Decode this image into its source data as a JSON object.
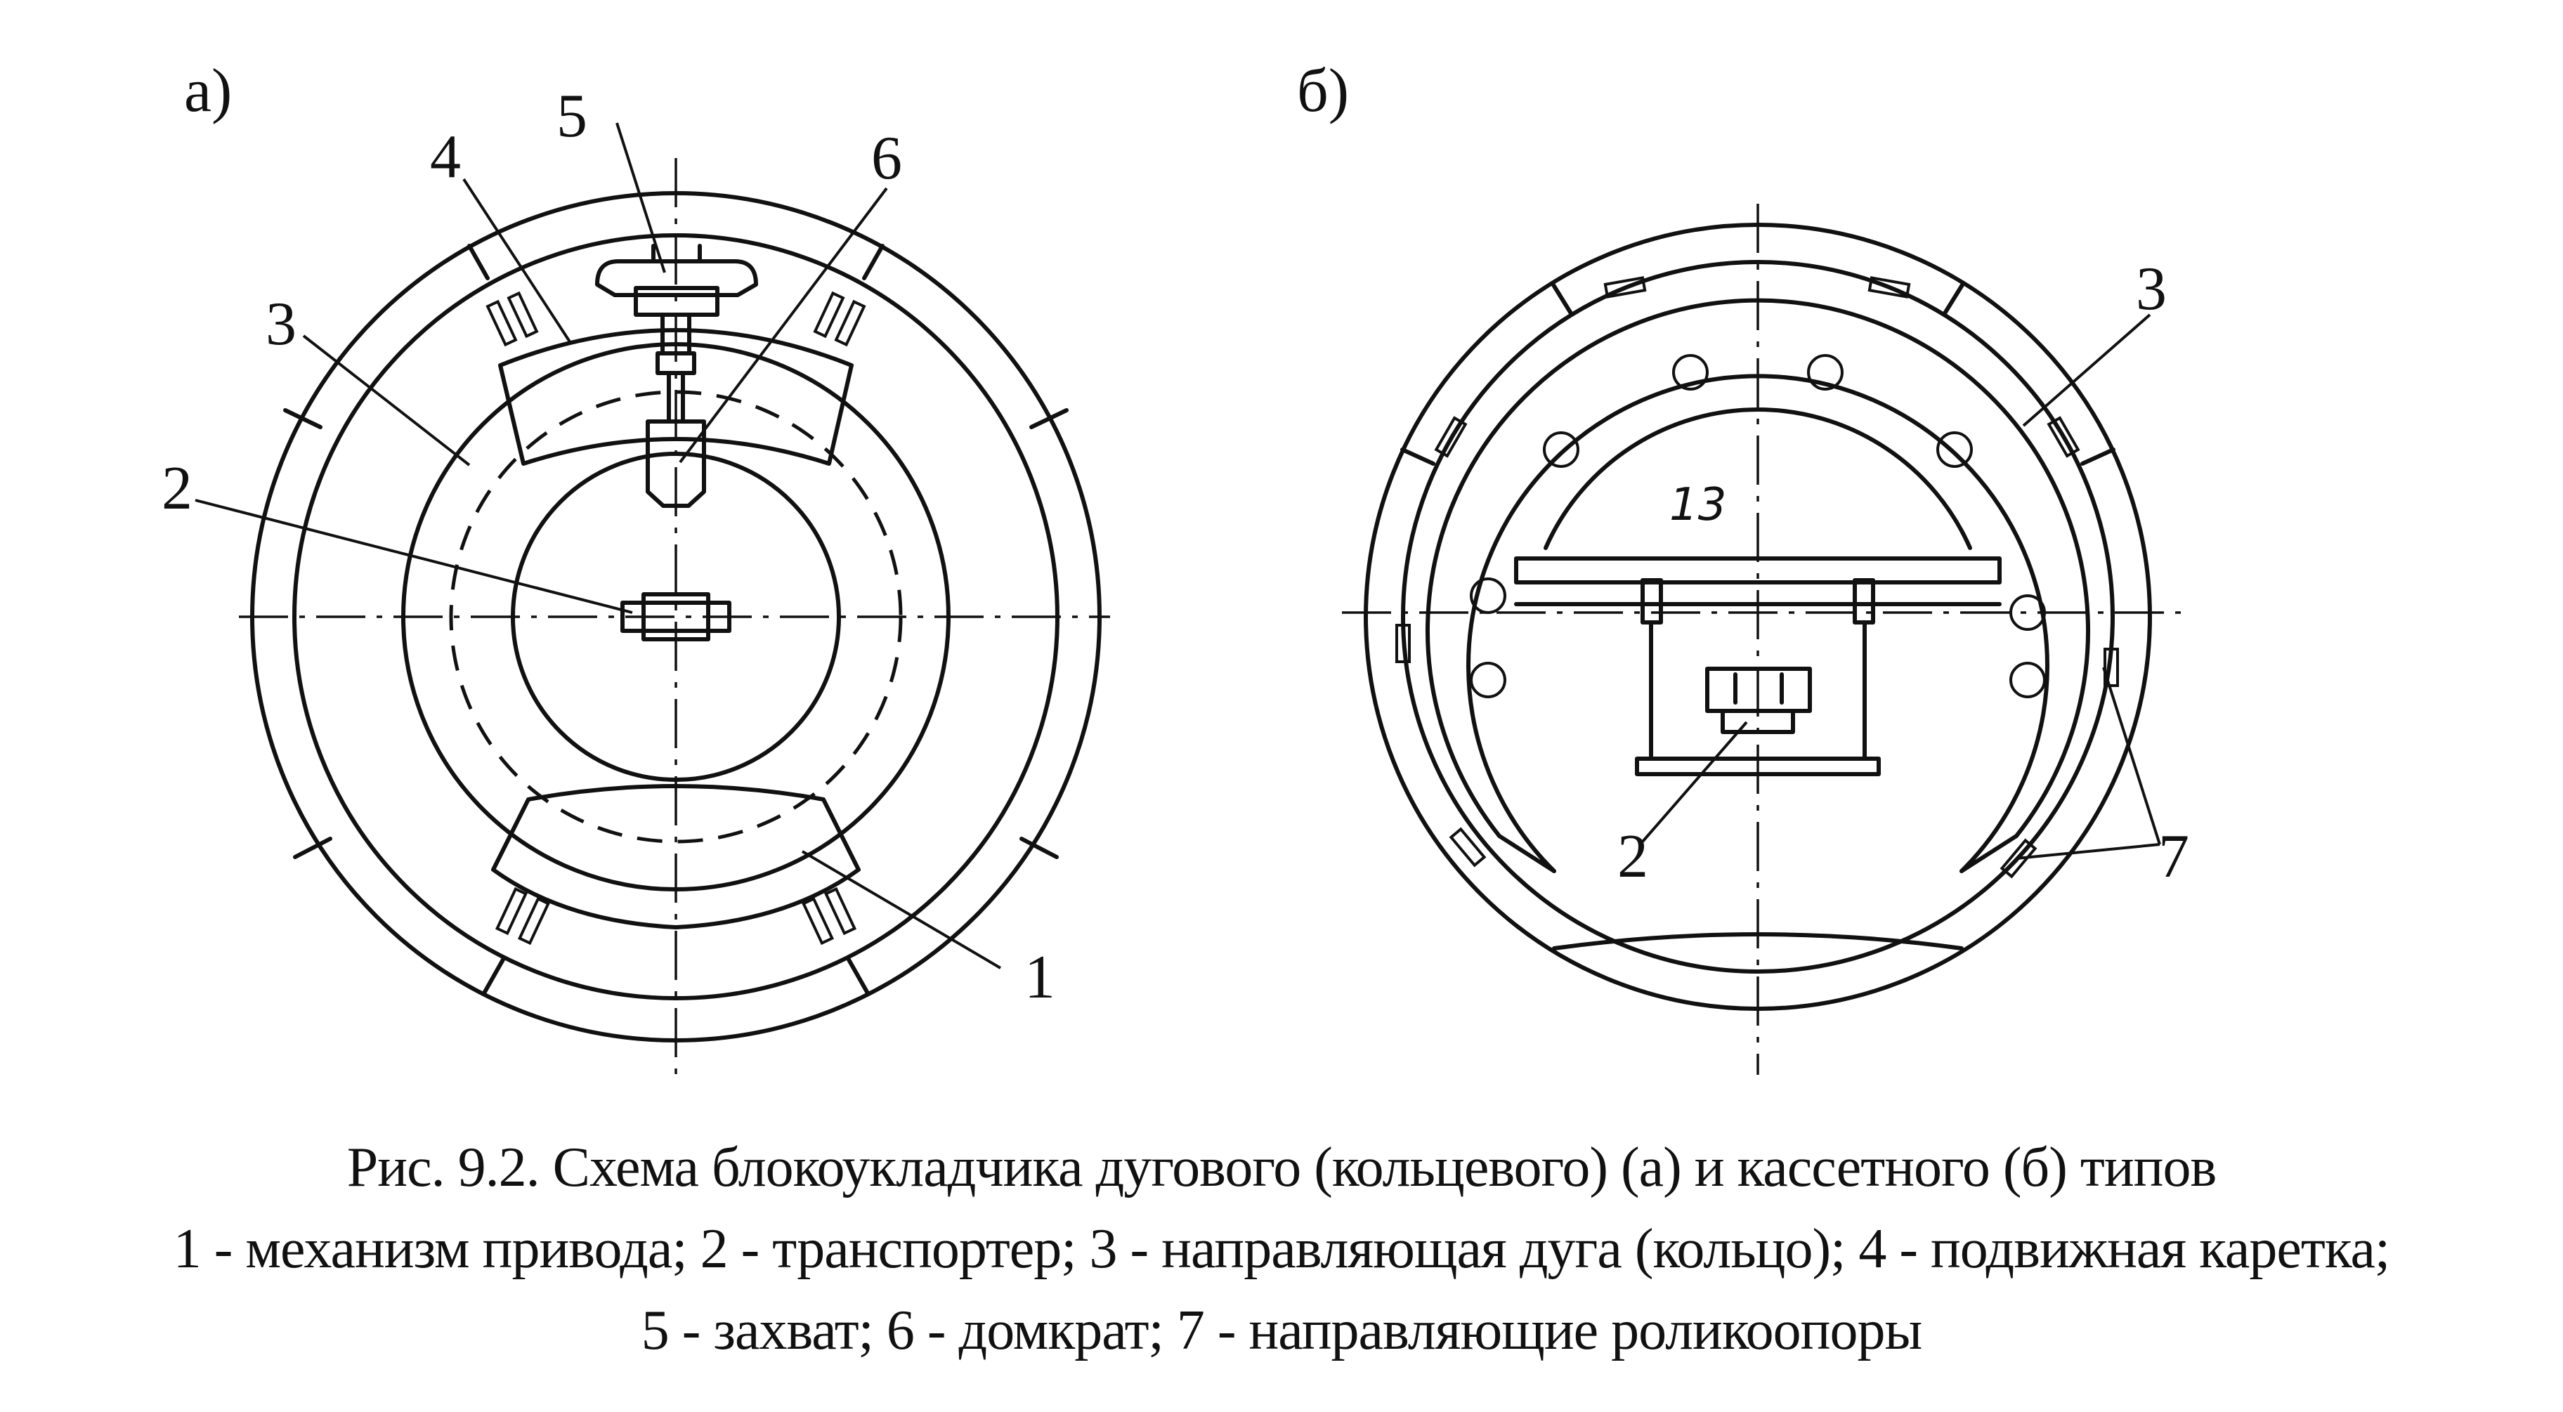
{
  "diagram": {
    "panel_a": {
      "tag": "а)",
      "callouts": [
        "1",
        "2",
        "3",
        "4",
        "5",
        "6"
      ]
    },
    "panel_b": {
      "tag": "б)",
      "callouts": [
        "2",
        "3",
        "7"
      ],
      "handwritten_mark": "13"
    }
  },
  "caption": {
    "title": "Рис. 9.2. Схема блокоукладчика дугового (кольцевого) (а) и кассетного (б) типов",
    "legend_line_1": "1 - механизм привода; 2 - транспортер; 3 - направляющая дуга (кольцо); 4 - подвижная каретка;",
    "legend_line_2": "5 - захват; 6 - домкрат; 7 - направляющие роликоопоры"
  }
}
